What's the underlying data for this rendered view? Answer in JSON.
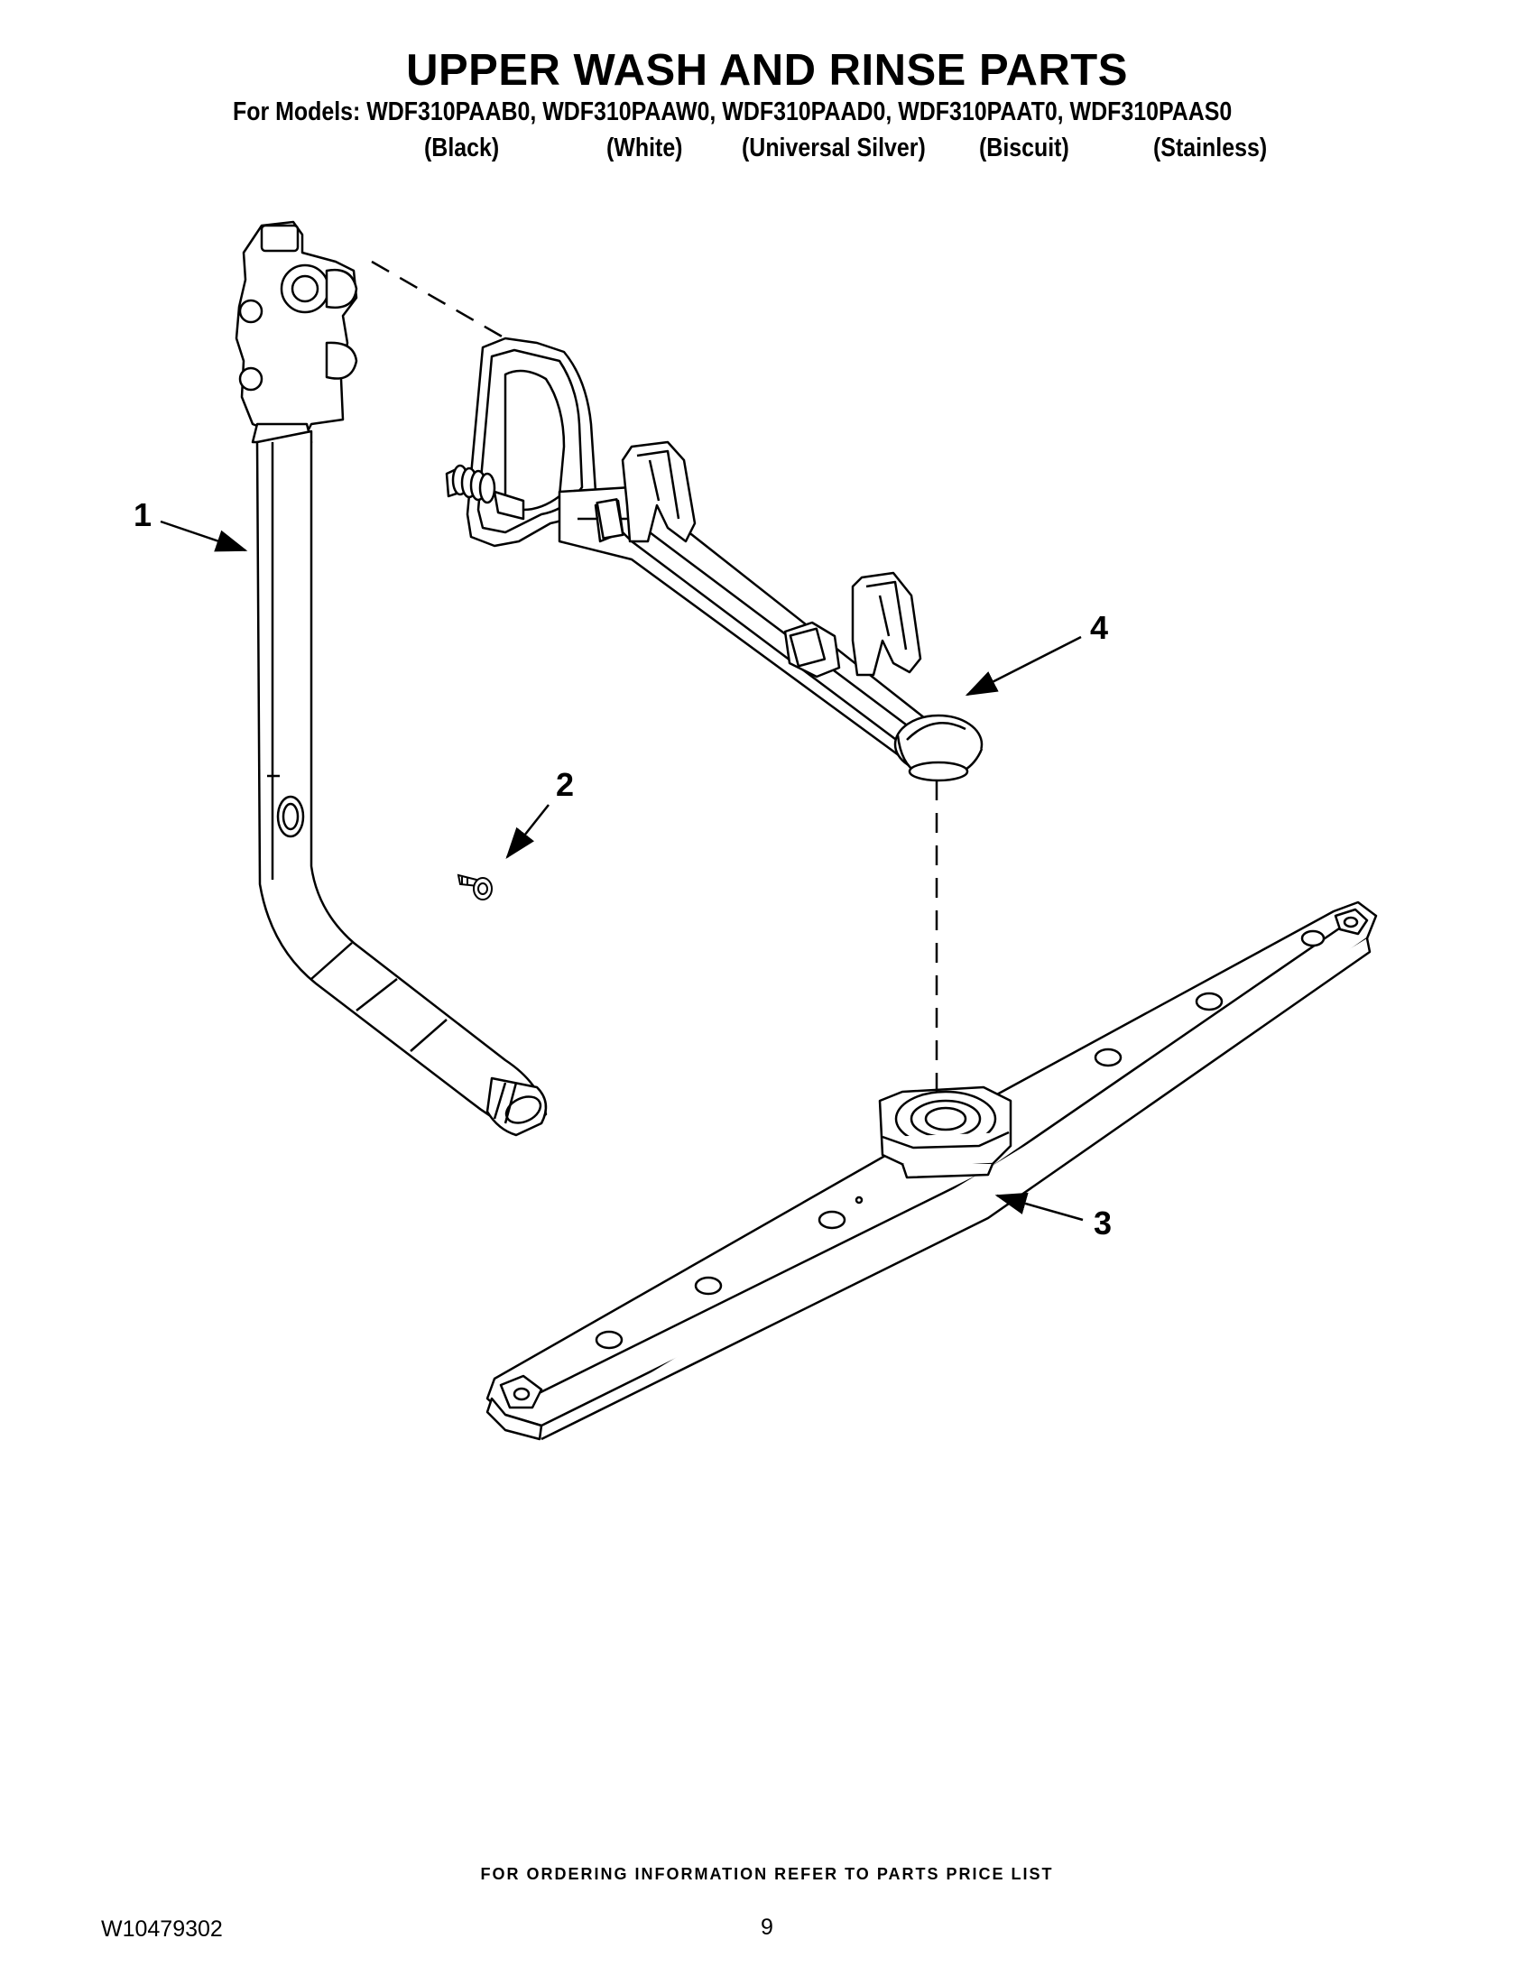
{
  "header": {
    "title": "UPPER WASH AND RINSE PARTS",
    "models_line": "For Models: WDF310PAAB0, WDF310PAAW0, WDF310PAAD0, WDF310PAAT0, WDF310PAAS0",
    "colors": [
      "(Black)",
      "(White)",
      "(Universal Silver)",
      "(Biscuit)",
      "(Stainless)"
    ]
  },
  "callouts": [
    "1",
    "2",
    "3",
    "4"
  ],
  "footer": {
    "ordering_note": "FOR ORDERING INFORMATION REFER TO PARTS PRICE LIST",
    "document_number": "W10479302",
    "page_number": "9"
  }
}
